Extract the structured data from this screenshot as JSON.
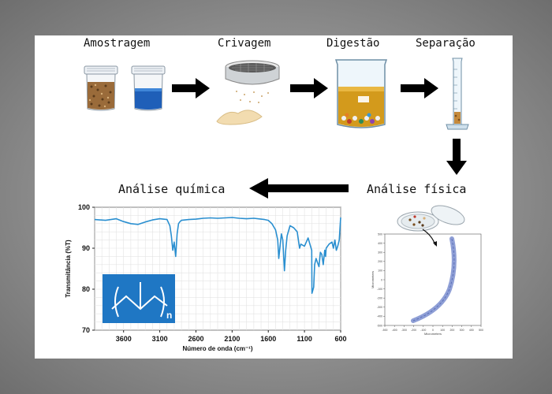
{
  "steps": {
    "amostragem": "Amostragem",
    "crivagem": "Crivagem",
    "digestao": "Digestão",
    "separacao": "Separação",
    "analise_fisica": "Análise física",
    "analise_quimica": "Análise química"
  },
  "colors": {
    "arrow": "#000000",
    "spectrum_line": "#2a8fd0",
    "polymer_box": "#1f77c4",
    "micrograph_fiber": "#8f9fd6"
  },
  "chart_data": {
    "type": "line",
    "title": "",
    "xlabel": "Número de onda (cm⁻¹)",
    "ylabel": "Transmitância (%T)",
    "xlim": [
      4000,
      600
    ],
    "ylim": [
      70,
      100
    ],
    "xticks": [
      3600,
      3100,
      2600,
      2100,
      1600,
      1100,
      600
    ],
    "yticks": [
      100,
      90,
      80,
      70
    ],
    "grid": true,
    "series": [
      {
        "x": [
          4000,
          3850,
          3700,
          3600,
          3500,
          3400,
          3300,
          3200,
          3100,
          3000,
          2960,
          2940,
          2920,
          2900,
          2880,
          2860,
          2840,
          2820,
          2800,
          2700,
          2600,
          2500,
          2400,
          2300,
          2200,
          2100,
          2000,
          1900,
          1800,
          1700,
          1650,
          1600,
          1550,
          1500,
          1470,
          1455,
          1440,
          1420,
          1400,
          1377,
          1360,
          1340,
          1300,
          1250,
          1200,
          1168,
          1150,
          1100,
          1050,
          1000,
          997,
          973,
          960,
          940,
          900,
          880,
          860,
          841,
          820,
          808,
          800,
          760,
          720,
          700,
          680,
          660,
          640,
          620,
          600
        ],
        "y": [
          97.0,
          96.8,
          97.2,
          96.5,
          96.0,
          95.8,
          96.4,
          96.9,
          97.2,
          97.0,
          95.5,
          93.0,
          89.5,
          91.5,
          88.0,
          93.5,
          96.0,
          96.5,
          96.8,
          97.0,
          97.1,
          97.3,
          97.4,
          97.3,
          97.4,
          97.5,
          97.3,
          97.2,
          97.3,
          97.1,
          97.0,
          96.8,
          96.0,
          94.5,
          92.0,
          87.5,
          90.0,
          93.5,
          92.0,
          84.5,
          89.5,
          93.0,
          95.5,
          95.0,
          94.0,
          90.0,
          91.0,
          90.5,
          92.5,
          89.5,
          79.0,
          80.5,
          86.0,
          87.5,
          85.5,
          89.0,
          88.5,
          86.0,
          89.5,
          88.0,
          90.0,
          91.0,
          91.5,
          90.0,
          92.0,
          89.5,
          90.5,
          92.0,
          97.5
        ]
      }
    ],
    "inset": {
      "subscript": "n"
    },
    "micrograph": {
      "xticks": [
        "-500",
        "-400",
        "-300",
        "-200",
        "-100",
        "0",
        "100",
        "200",
        "300",
        "400",
        "500"
      ],
      "yticks": [
        "500",
        "400",
        "300",
        "200",
        "100",
        "0",
        "-100",
        "-200",
        "-300",
        "-400",
        "-500"
      ],
      "xlabel": "Micrometers",
      "ylabel": "Micrometers"
    }
  }
}
